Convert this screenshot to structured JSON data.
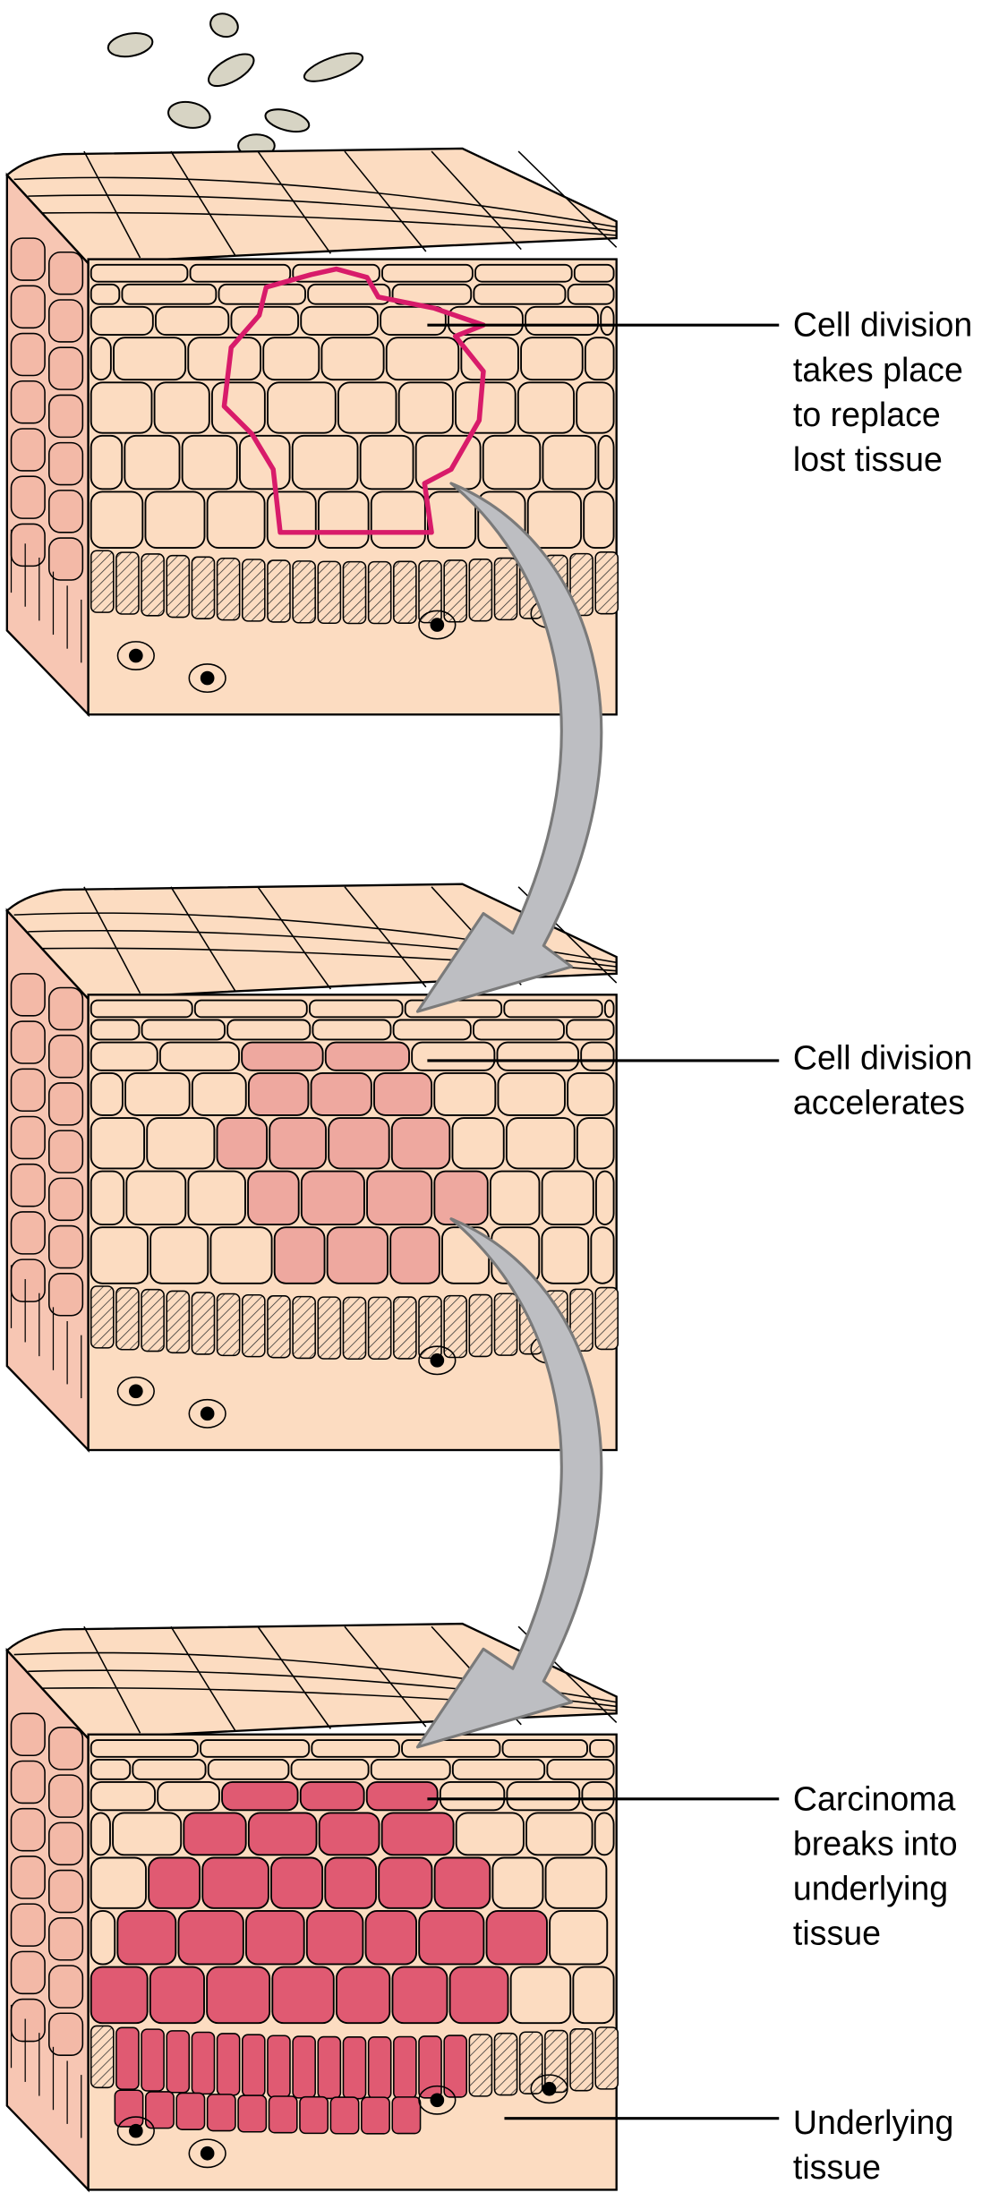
{
  "labels": [
    {
      "lines": [
        "Cell division",
        "takes place",
        "to replace",
        "lost tissue"
      ]
    },
    {
      "lines": [
        "Cell division",
        "accelerates"
      ]
    },
    {
      "lines": [
        "Carcinoma",
        "breaks into",
        "underlying",
        "tissue"
      ]
    },
    {
      "lines": [
        "Underlying",
        "tissue"
      ]
    }
  ],
  "stages": [
    "normal-replacement",
    "accelerated-division",
    "carcinoma-invasion"
  ],
  "colors": {
    "cell": "#fcdcc1",
    "side": "#f7c6b3",
    "side_cell": "#f3b9a7",
    "accelerated": "#eea89f",
    "carcinoma": "#e05a72",
    "outline_pink": "#d81b6a",
    "arrow": "#bdbec2",
    "arrow_stroke": "#7a7a7a",
    "shed_cell": "#d7d4c4"
  }
}
